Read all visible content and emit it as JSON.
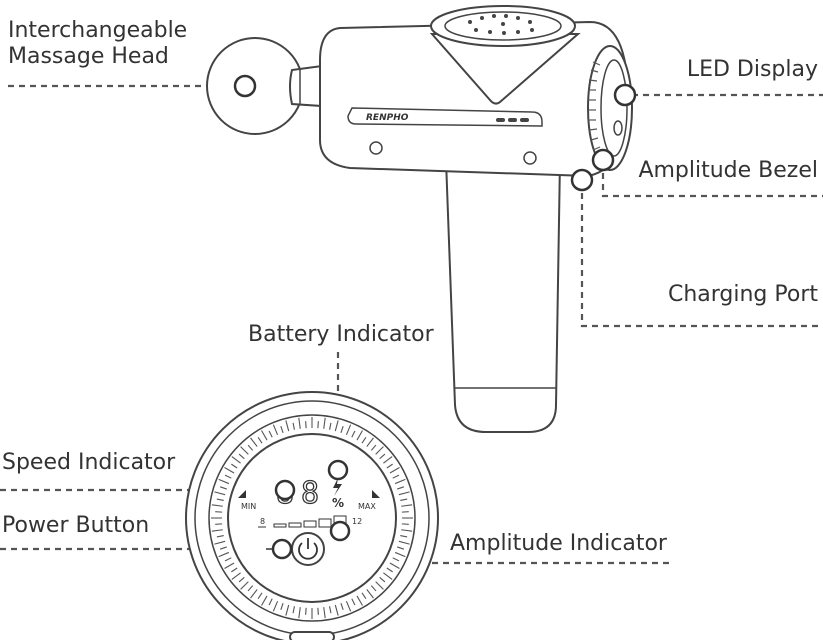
{
  "labels": {
    "massage_head": [
      "Interchangeable",
      "Massage Head"
    ],
    "led_display": "LED Display",
    "amplitude_bezel": "Amplitude Bezel",
    "charging_port": "Charging Port",
    "battery_indicator": "Battery Indicator",
    "speed_indicator": "Speed Indicator",
    "power_button": "Power Button",
    "amplitude_indicator": "Amplitude Indicator"
  },
  "device": {
    "brand": "RENPHO",
    "display_digits": "8",
    "percent_sign": "%",
    "min_label": "MIN",
    "max_label": "MAX",
    "amp_min": "8",
    "amp_max": "12"
  },
  "colors": {
    "line": "#333333",
    "leader": "#555555"
  }
}
